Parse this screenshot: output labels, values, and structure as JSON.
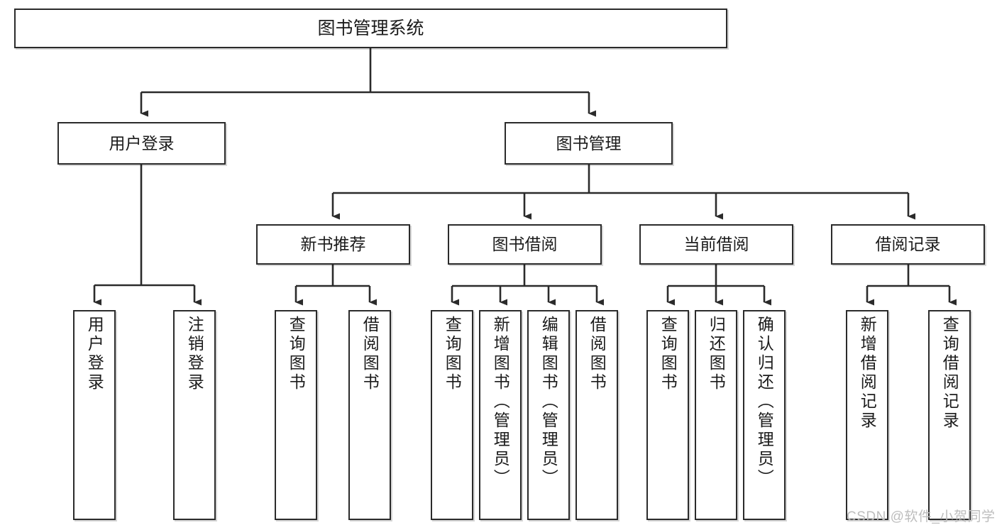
{
  "diagram": {
    "title": "图书管理系统",
    "watermark": "CSDN @软件_小贺同学",
    "colors": {
      "stroke": "#2b2b2b",
      "fill": "#ffffff",
      "text": "#1b1b1b",
      "watermark": "#bdbdbd"
    },
    "root": {
      "label": "图书管理系统"
    },
    "level2": [
      {
        "label": "用户登录"
      },
      {
        "label": "图书管理"
      }
    ],
    "level3": [
      {
        "label": "新书推荐"
      },
      {
        "label": "图书借阅"
      },
      {
        "label": "当前借阅"
      },
      {
        "label": "借阅记录"
      }
    ],
    "leaves": [
      {
        "label": "用户登录"
      },
      {
        "label": "注销登录"
      },
      {
        "label": "查询图书"
      },
      {
        "label": "借阅图书"
      },
      {
        "label": "查询图书"
      },
      {
        "label": "新增图书（管理员）"
      },
      {
        "label": "编辑图书（管理员）"
      },
      {
        "label": "借阅图书"
      },
      {
        "label": "查询图书"
      },
      {
        "label": "归还图书"
      },
      {
        "label": "确认归还（管理员）"
      },
      {
        "label": "新增借阅记录"
      },
      {
        "label": "查询借阅记录"
      }
    ]
  },
  "chart_data": {
    "type": "tree",
    "title": "图书管理系统",
    "orientation": "top-down",
    "nodes": [
      {
        "id": "root",
        "label": "图书管理系统",
        "level": 0,
        "parent": null
      },
      {
        "id": "n-user-login",
        "label": "用户登录",
        "level": 1,
        "parent": "root"
      },
      {
        "id": "n-book-mgmt",
        "label": "图书管理",
        "level": 1,
        "parent": "root"
      },
      {
        "id": "n-new-book-rec",
        "label": "新书推荐",
        "level": 2,
        "parent": "n-book-mgmt"
      },
      {
        "id": "n-book-borrow",
        "label": "图书借阅",
        "level": 2,
        "parent": "n-book-mgmt"
      },
      {
        "id": "n-current-borrow",
        "label": "当前借阅",
        "level": 2,
        "parent": "n-book-mgmt"
      },
      {
        "id": "n-borrow-record",
        "label": "借阅记录",
        "level": 2,
        "parent": "n-book-mgmt"
      },
      {
        "id": "l1",
        "label": "用户登录",
        "level": 2,
        "parent": "n-user-login"
      },
      {
        "id": "l2",
        "label": "注销登录",
        "level": 2,
        "parent": "n-user-login"
      },
      {
        "id": "l3",
        "label": "查询图书",
        "level": 3,
        "parent": "n-new-book-rec"
      },
      {
        "id": "l4",
        "label": "借阅图书",
        "level": 3,
        "parent": "n-new-book-rec"
      },
      {
        "id": "l5",
        "label": "查询图书",
        "level": 3,
        "parent": "n-book-borrow"
      },
      {
        "id": "l6",
        "label": "新增图书（管理员）",
        "level": 3,
        "parent": "n-book-borrow"
      },
      {
        "id": "l7",
        "label": "编辑图书（管理员）",
        "level": 3,
        "parent": "n-book-borrow"
      },
      {
        "id": "l8",
        "label": "借阅图书",
        "level": 3,
        "parent": "n-book-borrow"
      },
      {
        "id": "l9",
        "label": "查询图书",
        "level": 3,
        "parent": "n-current-borrow"
      },
      {
        "id": "l10",
        "label": "归还图书",
        "level": 3,
        "parent": "n-current-borrow"
      },
      {
        "id": "l11",
        "label": "确认归还（管理员）",
        "level": 3,
        "parent": "n-current-borrow"
      },
      {
        "id": "l12",
        "label": "新增借阅记录",
        "level": 3,
        "parent": "n-borrow-record"
      },
      {
        "id": "l13",
        "label": "查询借阅记录",
        "level": 3,
        "parent": "n-borrow-record"
      }
    ]
  }
}
